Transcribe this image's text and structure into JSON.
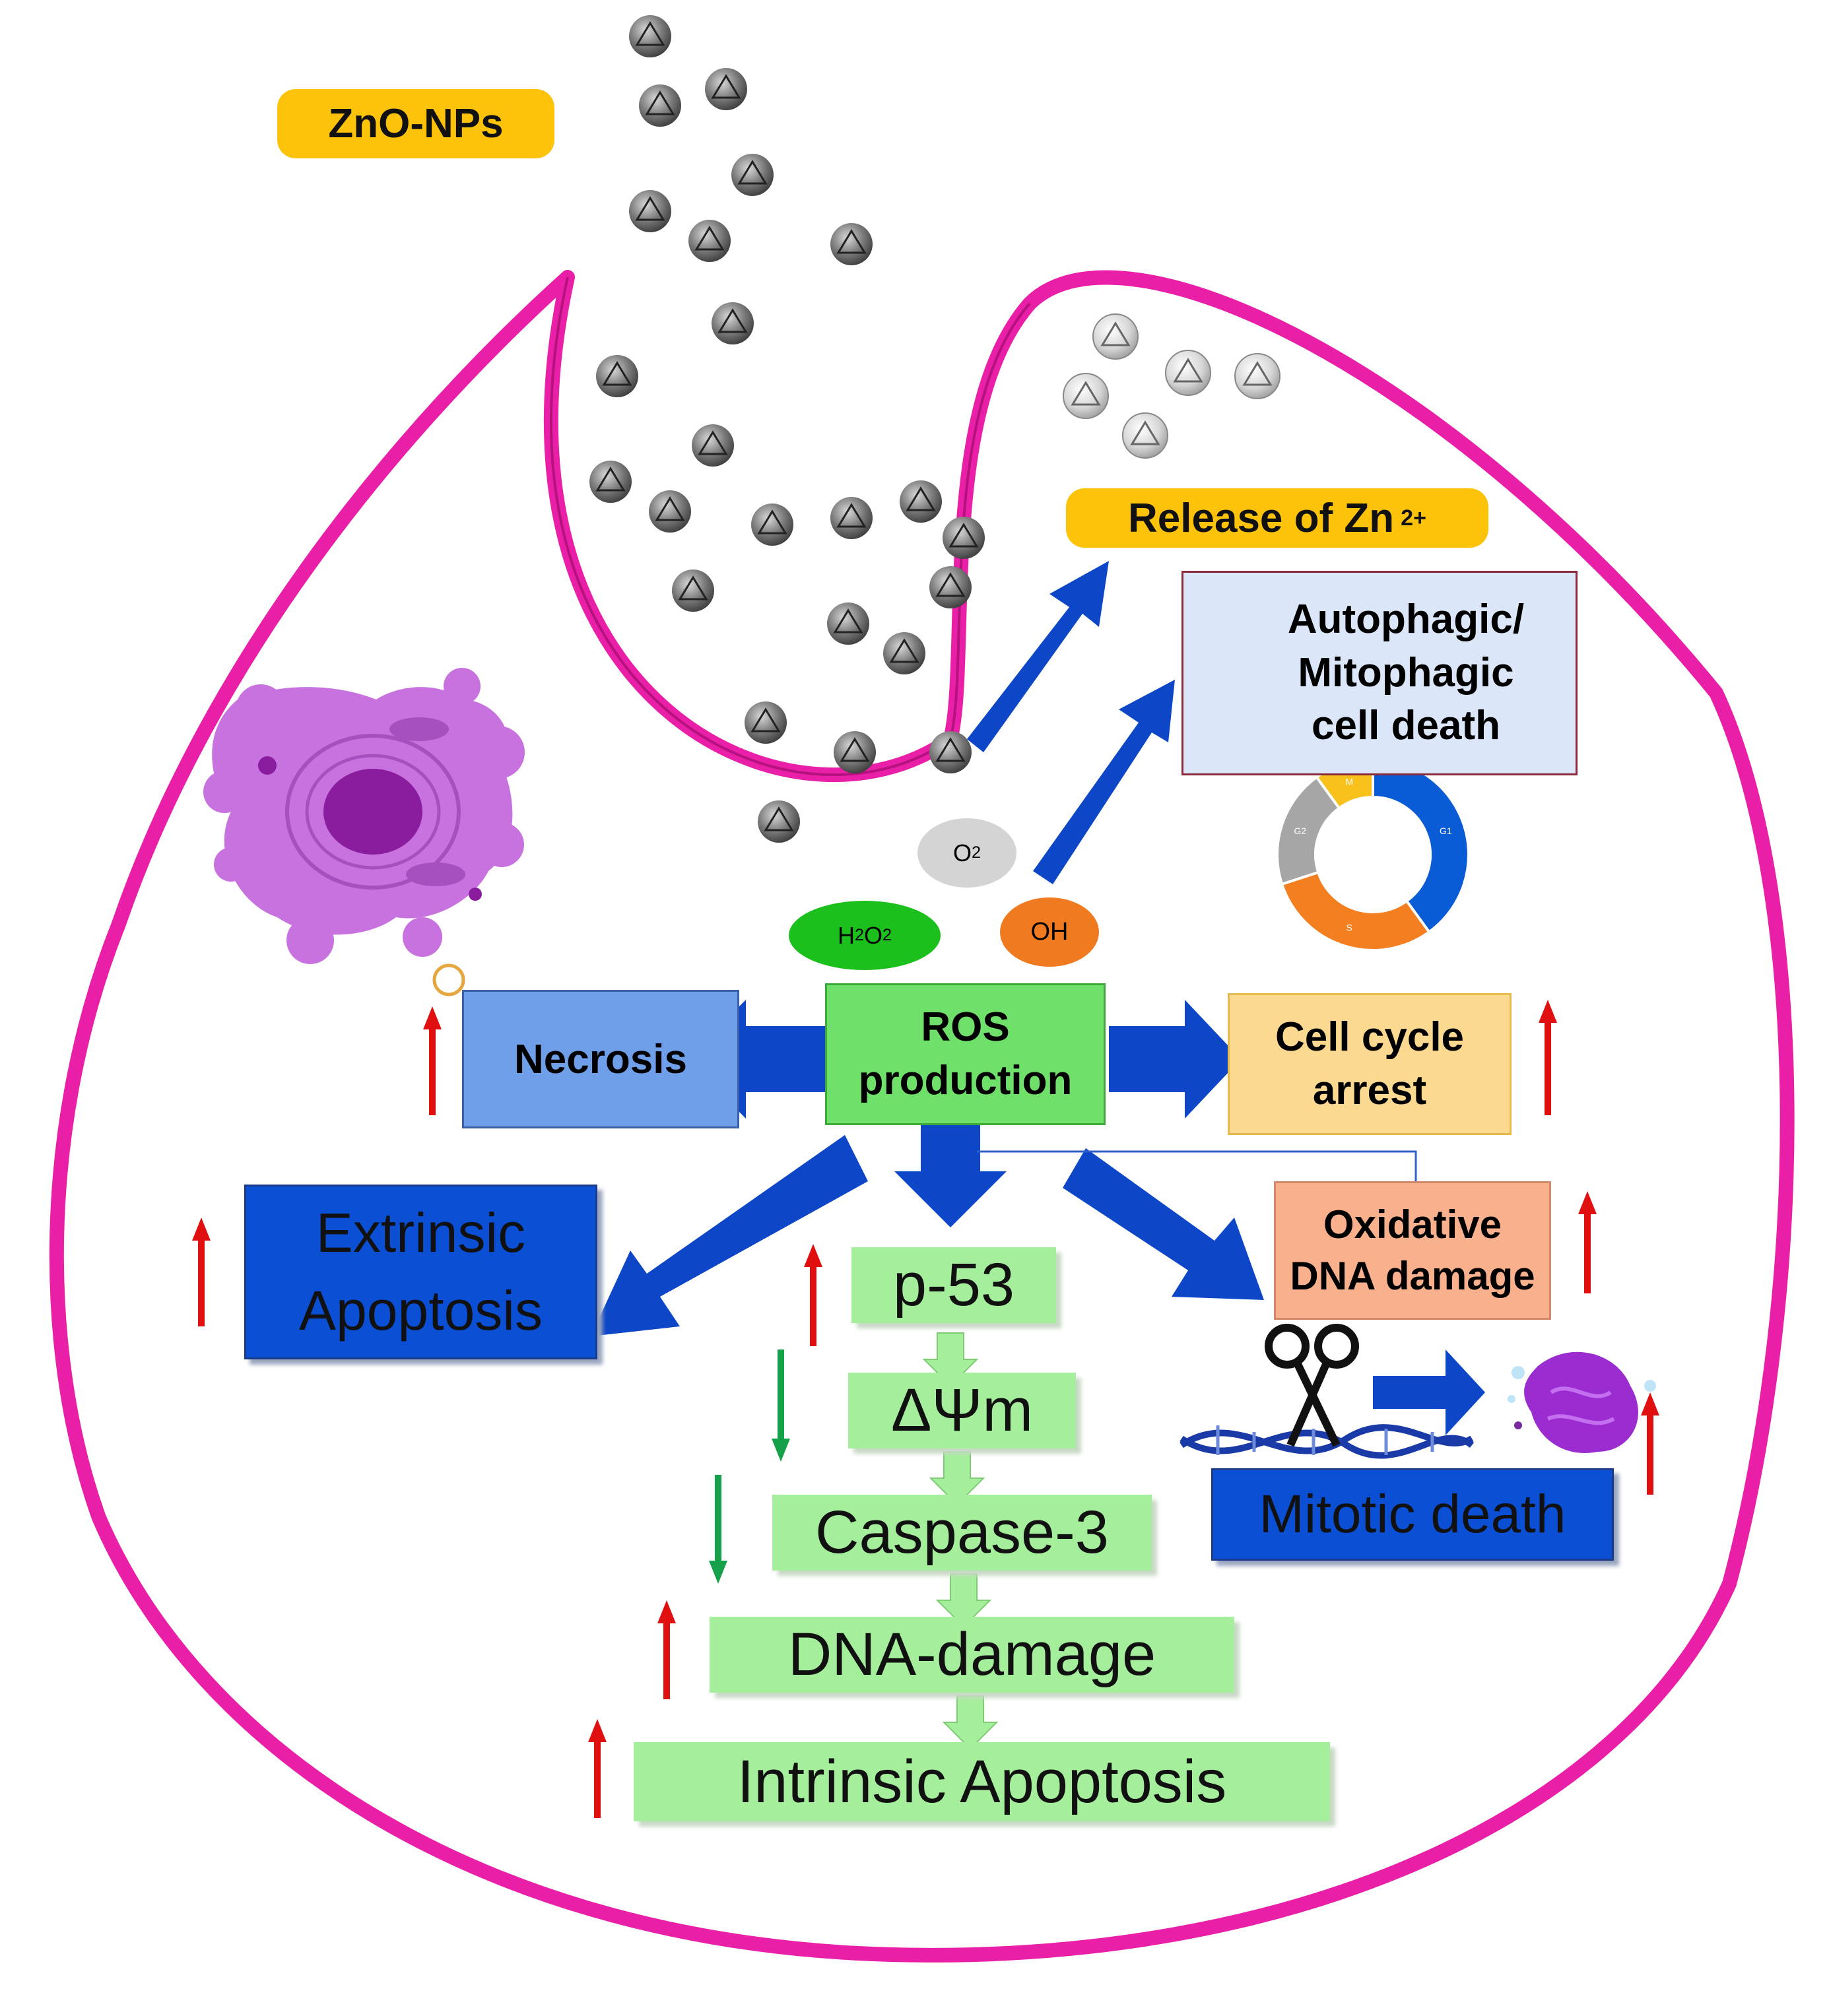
{
  "labels": {
    "zno_nps": "ZnO-NPs",
    "release_zn": "Release of Zn",
    "release_zn_sup": "2+",
    "autophagic": "Autophagic/\nMitophagic\ncell death",
    "o2": "O",
    "o2_sub": "2",
    "h2o2_h": "H",
    "h2o2_2a": "2",
    "h2o2_o": "O",
    "h2o2_2b": "2",
    "oh": "OH",
    "ros": "ROS\nproduction",
    "necrosis": "Necrosis",
    "cell_cycle": "Cell cycle\narrest",
    "extrinsic": "Extrinsic\nApoptosis",
    "oxidative": "Oxidative\nDNA damage",
    "mitotic": "Mitotic death",
    "p53": "p-53",
    "dpsi": "ΔΨm",
    "caspase": "Caspase-3",
    "dna_damage": "DNA-damage",
    "intrinsic": "Intrinsic Apoptosis",
    "donut_labels": [
      "G1",
      "S",
      "G2",
      "M"
    ]
  },
  "colors": {
    "membrane": "#ea1fa8",
    "flow_arrow": "#0d47c8",
    "up_arrow": "#e01010",
    "down_arrow": "#15a04a",
    "pill": "#fcc30a",
    "ros_box": "#6fe06a",
    "necrosis_box": "#6f9fe9",
    "autophagic_box": "#dbe6f8",
    "cell_cycle_box": "#fcd990",
    "oxidative_box": "#f9b08c",
    "blue_box": "#0b4fd4",
    "green_box": "#a5ee9c",
    "h2o2_oval": "#1cc01c",
    "oh_oval": "#f07a20",
    "o2_oval": "#d4d4d4",
    "cell": "#c872e0",
    "nucleus": "#8a1c9e"
  },
  "donut": {
    "segments": [
      {
        "label": "G1",
        "fraction": 0.4,
        "color": "#0a5cd6"
      },
      {
        "label": "S",
        "fraction": 0.3,
        "color": "#f47f20"
      },
      {
        "label": "G2",
        "fraction": 0.2,
        "color": "#a6a6a6"
      },
      {
        "label": "M",
        "fraction": 0.1,
        "color": "#f8c11c"
      }
    ]
  },
  "icons": [
    "nanoparticle-icon",
    "apoptotic-cell-icon",
    "dna-helix-icon",
    "scissors-icon",
    "chromosome-icon",
    "up-arrow-icon",
    "down-arrow-icon",
    "cell-cycle-donut-icon"
  ]
}
